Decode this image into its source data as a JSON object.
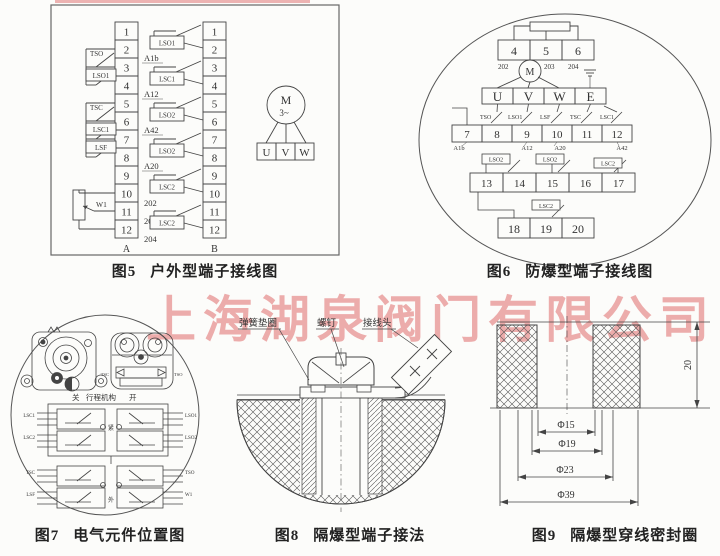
{
  "watermark": {
    "text": "上海湖泉阀门有限公司",
    "color": "#de6969"
  },
  "fig5": {
    "no": "图5",
    "title": "户外型端子接线图",
    "colA": "A",
    "colB": "B",
    "termsA": [
      "1",
      "2",
      "3",
      "4",
      "5",
      "6",
      "7",
      "8",
      "9",
      "10",
      "11",
      "12"
    ],
    "termsB": [
      "1",
      "2",
      "3",
      "4",
      "5",
      "6",
      "7",
      "8",
      "9",
      "10",
      "11",
      "12"
    ],
    "aside": [
      "A1b",
      "A12",
      "A42",
      "A20"
    ],
    "anum": [
      "202",
      "203",
      "204"
    ],
    "aswitch": [
      "TSO",
      "LSO1",
      "TSC",
      "LSC1",
      "LSF"
    ],
    "pot": "W1",
    "bswitch": [
      "LSO1",
      "LSC1",
      "LSO2",
      "LSO2",
      "LSC2",
      "LSC2"
    ],
    "motor": "M",
    "phase": "3~",
    "uvw": [
      "U",
      "V",
      "W"
    ]
  },
  "fig6": {
    "no": "图6",
    "title": "防爆型端子接线图",
    "t456": [
      "4",
      "5",
      "6"
    ],
    "n202": [
      "202",
      "203",
      "204"
    ],
    "motor": "M",
    "uvwe": [
      "U",
      "V",
      "W",
      "E"
    ],
    "sw1": [
      "TSO",
      "LSO1",
      "LSF",
      "TSC",
      "LSC1"
    ],
    "t712": [
      "7",
      "8",
      "9",
      "10",
      "11",
      "12"
    ],
    "acodes": [
      "A1b",
      "A12",
      "A20",
      "A42"
    ],
    "sw2": [
      "LSO2",
      "LSO2",
      "LSC2"
    ],
    "t1317": [
      "13",
      "14",
      "15",
      "16",
      "17"
    ],
    "sw3": "LSC2",
    "t1820": [
      "18",
      "19",
      "20"
    ]
  },
  "fig7": {
    "no": "图7",
    "title": "电气元件位置图",
    "close": "关",
    "mech": "行程机构",
    "open": "开",
    "cams": [
      "TSC",
      "TSO"
    ],
    "ltop": [
      "LSC1",
      "LSC2"
    ],
    "rtop": [
      "LSO1",
      "LSO2"
    ],
    "lbot": [
      "TSC",
      "LSF"
    ],
    "rbot": [
      "TSO",
      "W1"
    ],
    "c1": "紧",
    "c2": "外"
  },
  "fig8": {
    "no": "图8",
    "title": "隔爆型端子接法",
    "lbl": [
      "弹簧垫圈",
      "螺钉",
      "接线头"
    ]
  },
  "fig9": {
    "no": "图9",
    "title": "隔爆型穿线密封圈",
    "h": "20",
    "dia": [
      "Φ15",
      "Φ19",
      "Φ23",
      "Φ39"
    ]
  }
}
